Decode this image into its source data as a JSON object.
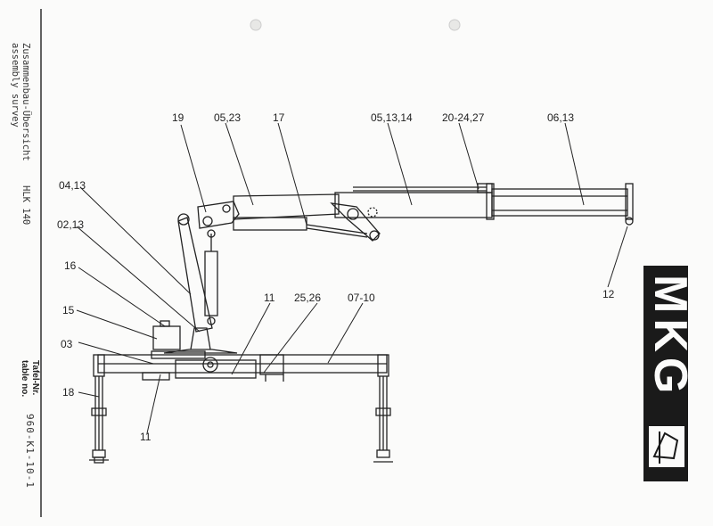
{
  "sidebar": {
    "title_de": "Zusammenbau-Übersicht",
    "title_en": "assembly survey",
    "model": "HLK 140",
    "table_label_de": "Tafel-Nr.",
    "table_label_en": "table no.",
    "table_number": "960-K1-10-1"
  },
  "callouts": {
    "c19": "19",
    "c0523": "05,23",
    "c17": "17",
    "c051314": "05,13,14",
    "c2024": "20-24,27",
    "c0613": "06,13",
    "c0413": "04,13",
    "c0213": "02,13",
    "c16": "16",
    "c15": "15",
    "c03": "03",
    "c18": "18",
    "c11a": "11",
    "c2526": "25,26",
    "c0710": "07-10",
    "c11b": "11",
    "c12": "12"
  },
  "logo": {
    "text": "MKG"
  },
  "colors": {
    "ink": "#222222",
    "paper": "#fbfbfa",
    "logo": "#1a1a1a"
  }
}
